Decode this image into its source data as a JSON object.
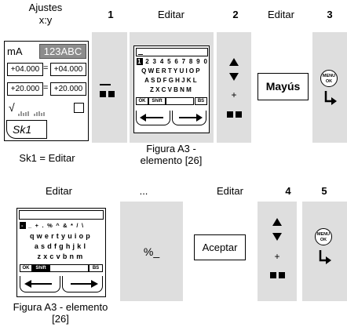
{
  "row1": {
    "col1_header_line1": "Ajustes",
    "col1_header_line2": "x:y",
    "step1": "1",
    "col3_header": "Editar",
    "step2": "2",
    "col5_header": "Editar",
    "step3": "3",
    "display": {
      "unit": "mA",
      "mode_field": "123ABC",
      "val1_left": "+04.000",
      "val1_right": "+04.000",
      "val2_left": "+20.000",
      "val2_right": "+20.000",
      "eq": "=",
      "sqrt": "√",
      "softkey": "Sk1"
    },
    "caption_sk1": "Sk1 = Editar",
    "keyboard_upper": {
      "row1": "2 3 4 5 6 7 8 9 0",
      "row1_first": "1",
      "row2": "QWERTYUIOP",
      "row3": "ASDFGHJKL",
      "row4": "ZXCVBNM",
      "ok": "OK",
      "shift": "Shift",
      "bs": "BS"
    },
    "caption_fig_line1": "Figura A3 -",
    "caption_fig_line2": "elemento [26]",
    "plus": "+",
    "mayus_button": "Mayús",
    "menu_line1": "MENU",
    "menu_line2": "OK"
  },
  "row2": {
    "col1_header": "Editar",
    "col2_header": "...",
    "col3_header": "Editar",
    "step4": "4",
    "step5": "5",
    "keyboard_lower": {
      "row1": "_ + . % ^ & * / \\",
      "row2": "qwertyuiop",
      "row3": "asdfghjkl",
      "row4": "zxcvbnm",
      "ok": "OK",
      "shift": "Shift",
      "bs": "BS"
    },
    "percent_text": "%_",
    "aceptar_button": "Aceptar",
    "plus": "+",
    "menu_line1": "MENU",
    "menu_line2": "OK",
    "caption_fig_line1": "Figura A3 - elemento",
    "caption_fig_line2": "[26]"
  }
}
